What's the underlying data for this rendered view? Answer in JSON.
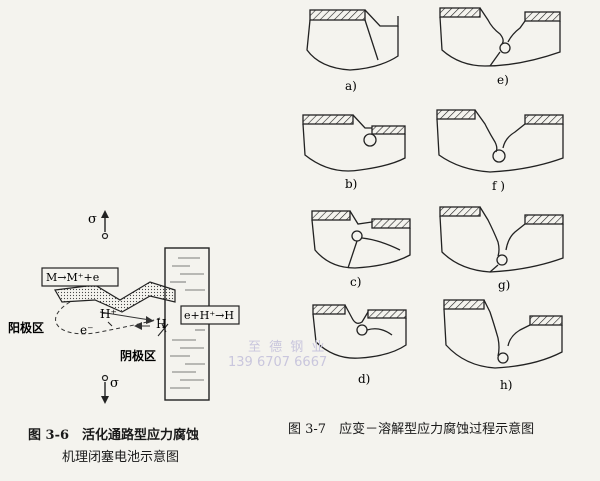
{
  "fig36": {
    "sigma_top": "σ",
    "sigma_bottom": "σ",
    "anode_box": "M→M⁺+e",
    "cathode_box": "e+H⁺→H",
    "h_plus": "H⁺",
    "h_atom": "H",
    "electron": "e⁻",
    "anode_region": "阳极区",
    "cathode_region": "阴极区",
    "caption_line1": "图 3-6　活化通路型应力腐蚀",
    "caption_line2": "机理闭塞电池示意图"
  },
  "fig37": {
    "panels": [
      "a)",
      "b)",
      "c)",
      "d)",
      "e)",
      "f )",
      "g)",
      "h)"
    ],
    "caption": "图 3-7　应变－溶解型应力腐蚀过程示意图"
  },
  "watermark": {
    "name": "至 德 钢 业",
    "phone": "139 6707 6667"
  }
}
